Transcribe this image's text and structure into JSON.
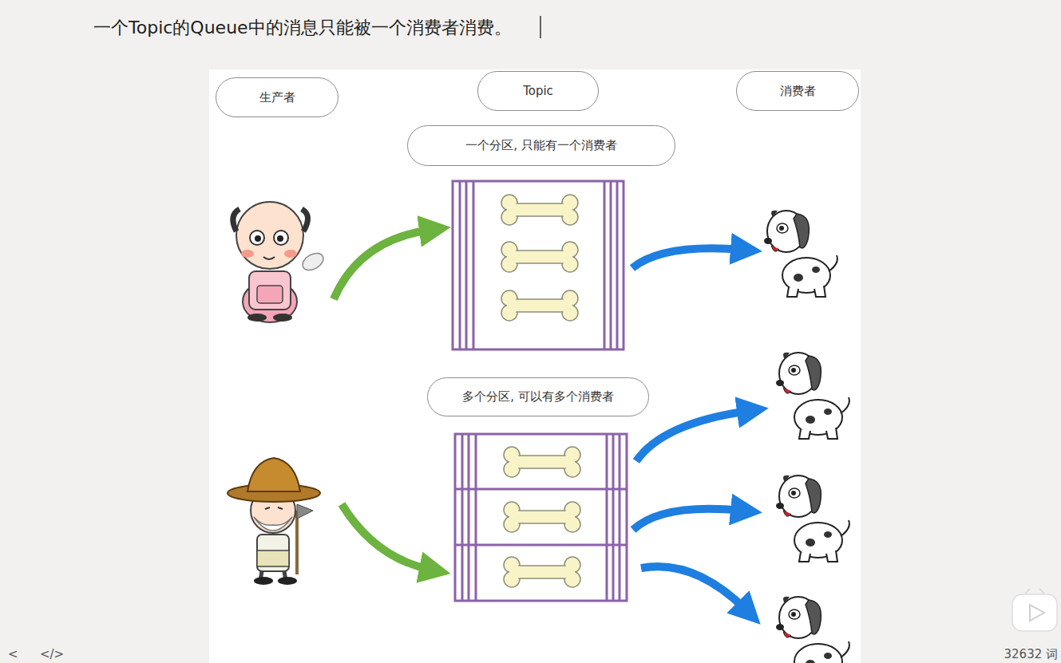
{
  "diagram": {
    "title": "一个Topic的Queue中的消息只能被一个消费者消费。",
    "nodes": [
      {
        "text": [
          "生产者"
        ]
      },
      {
        "text": [
          "Topic"
        ]
      },
      {
        "text": [
          "消费者"
        ]
      },
      {
        "text": [
          "一个分区, 只能有一个消费者"
        ]
      },
      {
        "text": [
          "多个分区, 可以有多个消费者"
        ]
      }
    ],
    "labels": [
      "<",
      "</>",
      "32632 词"
    ]
  }
}
